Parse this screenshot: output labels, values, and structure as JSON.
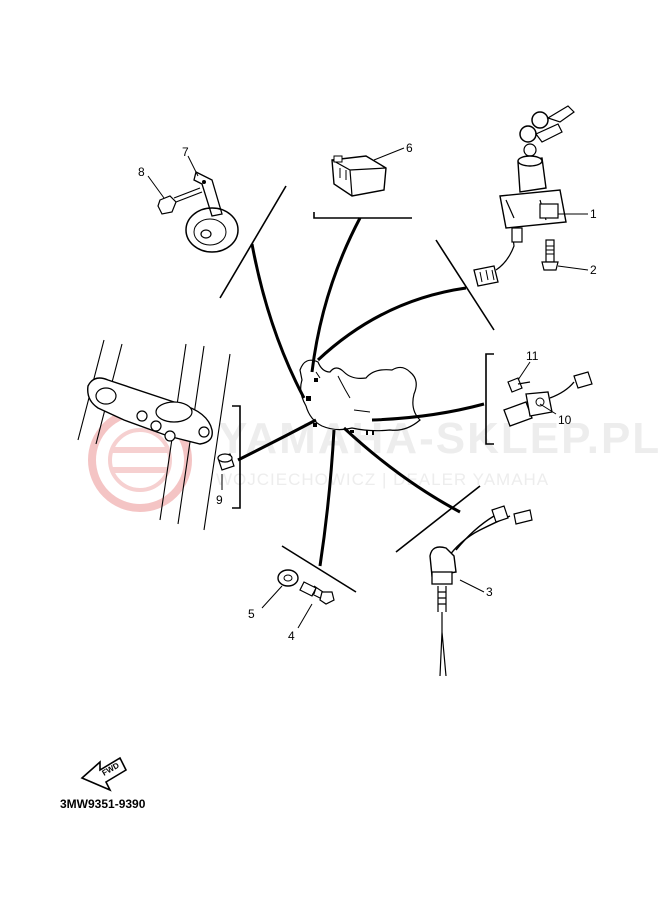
{
  "watermark": {
    "brand": "YAMAHA-SKLEP.PL",
    "tagline": "WOJCIECHOWICZ | DEALER YAMAHA",
    "logo_color": "#f2b8b8"
  },
  "diagram_code": "3MW9351-9390",
  "fwd_label": "FWD",
  "parts": [
    {
      "num": "1",
      "name": "main-switch"
    },
    {
      "num": "2",
      "name": "screw"
    },
    {
      "num": "3",
      "name": "neutral-switch"
    },
    {
      "num": "4",
      "name": "bolt"
    },
    {
      "num": "5",
      "name": "washer"
    },
    {
      "num": "6",
      "name": "relay"
    },
    {
      "num": "7",
      "name": "horn"
    },
    {
      "num": "8",
      "name": "bolt"
    },
    {
      "num": "9",
      "name": "bolt"
    },
    {
      "num": "10",
      "name": "sidestand-switch"
    },
    {
      "num": "11",
      "name": "screw"
    }
  ]
}
